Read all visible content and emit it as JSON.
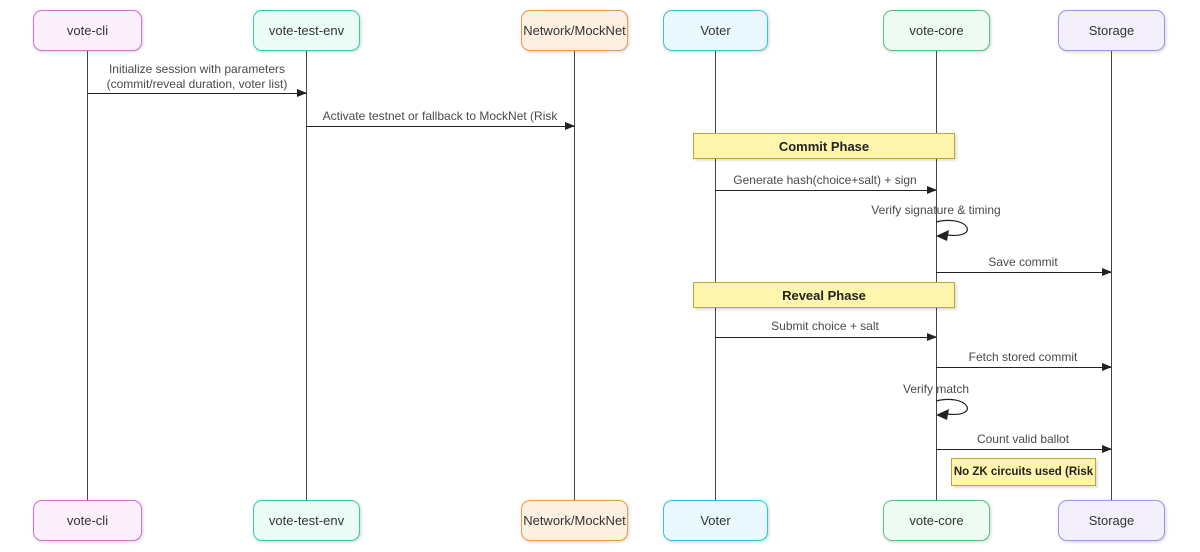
{
  "palette": {
    "background": "#ffffff",
    "lifeline": "#444444",
    "arrow": "#222222",
    "message_text": "#4a4a4a",
    "actor_text": "#333333",
    "highlight_fill": "#fff5ad",
    "highlight_border": "#b9a53b"
  },
  "actors": [
    {
      "label": "vote-cli",
      "fill": "#fcf0fc",
      "border": "#d26fd9"
    },
    {
      "label": "vote-test-env",
      "fill": "#ecfdf8",
      "border": "#38c8b4"
    },
    {
      "label": "Network/MockNet",
      "fill": "#fdf1e2",
      "border": "#e89a4e"
    },
    {
      "label": "Voter",
      "fill": "#e9f9fd",
      "border": "#36c2dc"
    },
    {
      "label": "vote-core",
      "fill": "#edfbf2",
      "border": "#54c37e"
    },
    {
      "label": "Storage",
      "fill": "#f4f0fb",
      "border": "#a391e8"
    }
  ],
  "messages": {
    "init_session": {
      "line1": "Initialize session with parameters",
      "line2": "(commit/reveal duration, voter list)"
    },
    "activate_testnet": "Activate testnet or fallback to MockNet (Risk",
    "generate_hash": "Generate hash(choice+salt) + sign",
    "verify_signature": "Verify signature & timing",
    "save_commit": "Save commit",
    "submit_choice": "Submit choice + salt",
    "fetch_commit": "Fetch stored commit",
    "verify_match": "Verify match",
    "count_ballot": "Count valid ballot"
  },
  "banners": {
    "commit": "Commit Phase",
    "reveal": "Reveal Phase"
  },
  "note": "No ZK circuits used (Risk"
}
